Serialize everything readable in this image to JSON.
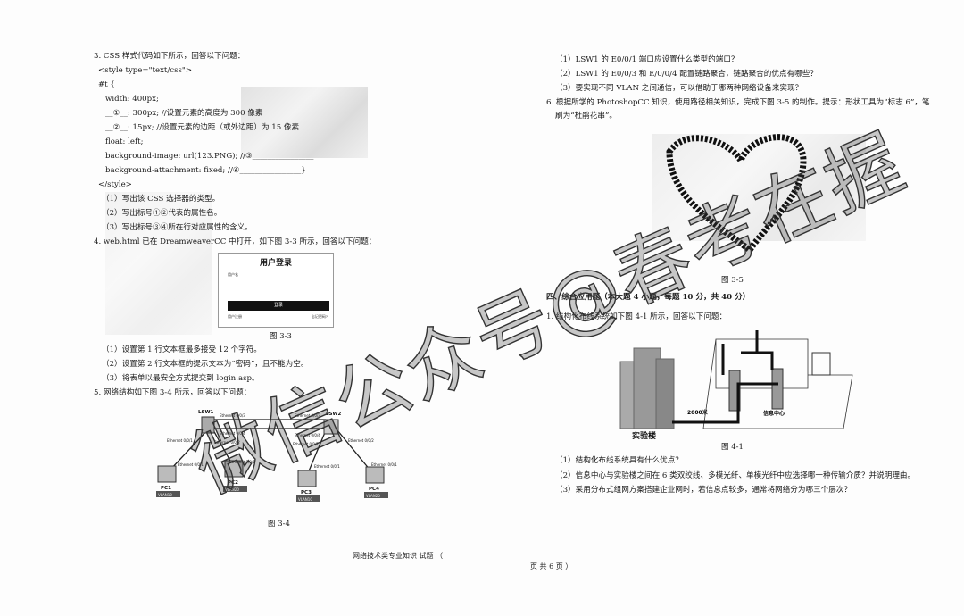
{
  "left": {
    "q3": {
      "title": "3. CSS 样式代码如下所示，回答以下问题：",
      "code": [
        "<style type=\"text/css\">",
        "#t {",
        "width: 400px;",
        "__①__: 300px;      //设置元素的高度为 300 像素",
        "__②__: 15px;    //设置元素的边距（或外边距）为 15 像素",
        "float: left;",
        "background-image: url(123.PNG);    //③________________",
        "background-attachment: fixed;       //④________________}",
        "</style>"
      ],
      "questions": [
        "（1）写出该 CSS 选择器的类型。",
        "（2）写出标号①②代表的属性名。",
        "（3）写出标号③④所在行对应属性的含义。"
      ]
    },
    "q4": {
      "title": "4. web.html 已在 DreamweaverCC 中打开，如下图 3-3 所示，回答以下问题：",
      "figure": {
        "title": "用户登录",
        "username": "用户名",
        "button": "登录",
        "register": "用户注册",
        "forgot": "忘记密码?",
        "caption": "图 3-3"
      },
      "questions": [
        "（1）设置第 1 行文本框最多接受 12 个字符。",
        "（2）设置第 2 行文本框的提示文本为“密码”，且不能为空。",
        "（3）将表单以最安全方式提交到 login.asp。"
      ]
    },
    "q5": {
      "title": "5. 网络结构如下图 3-4 所示，回答以下问题：",
      "figure": {
        "switches": [
          "LSW1",
          "LSW2"
        ],
        "pcs": [
          "PC1",
          "PC2",
          "PC3",
          "PC4"
        ],
        "vlans": [
          "VLAN10",
          "VLAN20",
          "VLAN10",
          "VLAN20"
        ],
        "ports": {
          "sw1_up1": "Ethernet 0/0/3",
          "sw1_up2": "Ethernet 0/0/4",
          "sw2_up1": "Ethernet 0/0/3",
          "sw2_up2": "Ethernet 0/0/4",
          "sw1_p1": "Ethernet 0/0/1",
          "sw1_p2": "Ethernet 0/0/2",
          "sw2_p1": "Ethernet 0/0/1",
          "sw2_p2": "Ethernet 0/0/2",
          "pc": "Ethernet 0/0/1"
        },
        "caption": "图 3-4"
      }
    }
  },
  "right": {
    "q5_questions": [
      "（1）LSW1 的 E0/0/1 端口应设置什么类型的端口？",
      "（2）LSW1 的 E0/0/3 和 E/0/0/4 配置链路聚合，链路聚合的优点有哪些？",
      "（3）要实现不同 VLAN 之间通信，可以借助于哪两种网络设备来实现？"
    ],
    "q6": {
      "title_1": "6. 根据所学的 PhotoshopCC 知识，使用路径相关知识，完成下图 3-5 的制作。提示：形状工具为“标志 6”，笔",
      "title_2": "刷为“杜鹃花串”。",
      "caption": "图 3-5"
    },
    "section4": {
      "heading": "四、综合应用题（本大题 4 小题，每题 10 分，共 40 分）",
      "q1_title": "1. 结构化布线系统如下图 4-1 所示，回答以下问题：",
      "figure": {
        "building": "实验楼",
        "distance": "2000米",
        "center": "信息中心",
        "caption": "图 4-1"
      },
      "questions": [
        "（1）结构化布线系统具有什么优点？",
        "（2）信息中心与实验楼之间在 6 类双绞线、多模光纤、单模光纤中应选择哪一种传输介质？并说明理由。",
        "（3）采用分布式组网方案搭建企业网时，若信息点较多，通常将网络分为哪三个层次？"
      ]
    }
  },
  "footer": {
    "left": "网络技术类专业知识  试题  （",
    "right": "页  共 6 页  ）"
  },
  "watermark": "微信公众号@春考在握"
}
